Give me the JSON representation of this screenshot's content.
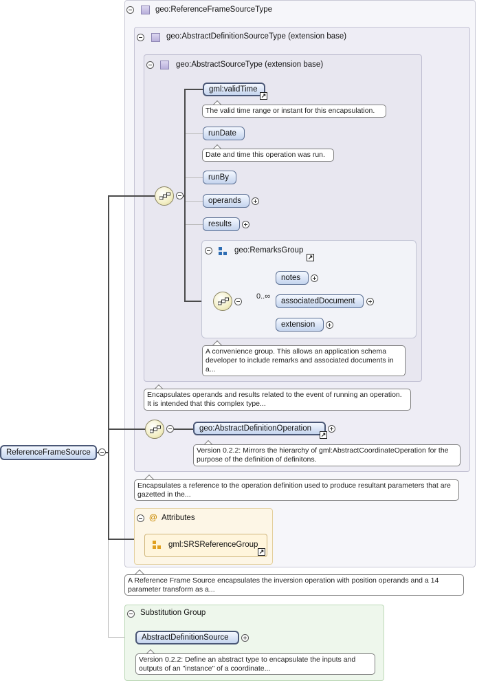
{
  "root_element": {
    "label": "ReferenceFrameSource"
  },
  "type_panel": {
    "title": "geo:ReferenceFrameSourceType"
  },
  "ext1_panel": {
    "title": "geo:AbstractDefinitionSourceType (extension base)"
  },
  "ext2_panel": {
    "title": "geo:AbstractSourceType (extension base)"
  },
  "elements": {
    "validTime": {
      "label": "gml:validTime",
      "doc": "The valid time range or instant for this encapsulation."
    },
    "runDate": {
      "label": "runDate",
      "doc": "Date and time this operation was run."
    },
    "runBy": {
      "label": "runBy"
    },
    "operands": {
      "label": "operands"
    },
    "results": {
      "label": "results"
    }
  },
  "remarks_group": {
    "title": "geo:RemarksGroup",
    "occurs": "0..∞",
    "items": [
      "notes",
      "associatedDocument",
      "extension"
    ],
    "doc": "A convenience group. This allows an application schema developer to include remarks and associated documents in a..."
  },
  "ext2_doc": "Encapsulates operands and results related to the event of running an operation. It is intended that this complex type...",
  "definition_operation": {
    "label": "geo:AbstractDefinitionOperation",
    "doc": "Version 0.2.2: Mirrors the hierarchy of gml:AbstractCoordinateOperation for the purpose of the definition of definitons."
  },
  "ext1_doc": "Encapsulates a reference to the operation definition used to produce resultant parameters that are gazetted in the...",
  "attributes": {
    "title": "Attributes",
    "group": "gml:SRSReferenceGroup"
  },
  "type_doc": "A Reference Frame Source encapsulates the inversion operation with position operands and a 14 parameter transform as a...",
  "substitution": {
    "title": "Substitution Group",
    "element": "AbstractDefinitionSource",
    "doc": "Version 0.2.2: Define an abstract type to encapsulate the inputs and outputs of an \"instance\" of a coordinate..."
  },
  "colors": {
    "element_fill": "#c4d4ee",
    "element_border": "#5b6f93",
    "attribute_panel": "#fdf6e6",
    "substitution_panel": "#eef7ec",
    "type_icon": "#b9b0dc"
  },
  "icons": [
    "collapse-icon",
    "expand-icon",
    "type-icon",
    "sequence-icon",
    "group-icon",
    "attribute-icon",
    "reference-arrow-icon"
  ]
}
